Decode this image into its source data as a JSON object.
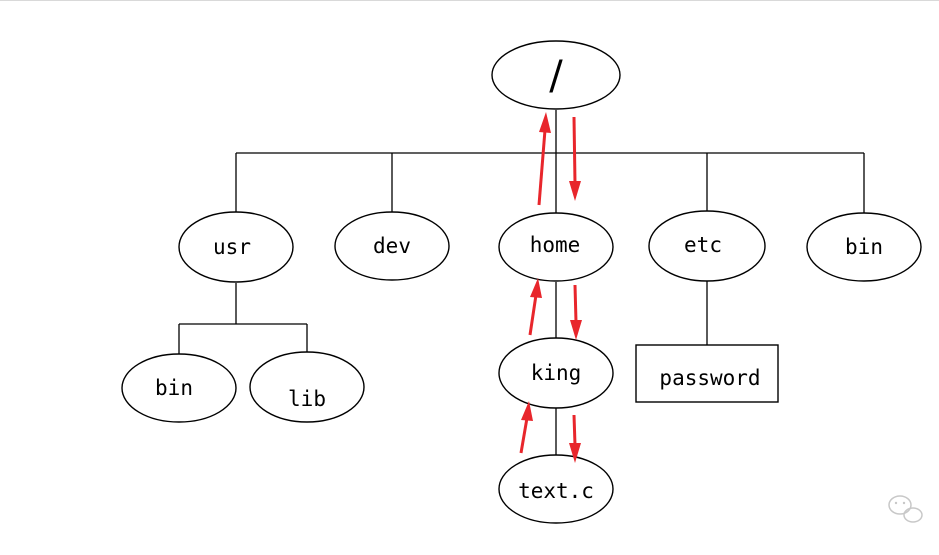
{
  "tree": {
    "root": {
      "label": "/"
    },
    "level1": [
      {
        "id": "usr",
        "label": "usr"
      },
      {
        "id": "dev",
        "label": "dev"
      },
      {
        "id": "home",
        "label": "home"
      },
      {
        "id": "etc",
        "label": "etc"
      },
      {
        "id": "bin",
        "label": "bin"
      }
    ],
    "usr_children": [
      {
        "id": "usr-bin",
        "label": "bin"
      },
      {
        "id": "usr-lib",
        "label": "lib"
      }
    ],
    "home_children": [
      {
        "id": "king",
        "label": "king"
      }
    ],
    "king_children": [
      {
        "id": "text-c",
        "label": "text.c"
      }
    ],
    "etc_children": [
      {
        "id": "password",
        "label": "password"
      }
    ]
  },
  "colors": {
    "line": "#000000",
    "arrow": "#e8262c",
    "background": "#ffffff"
  },
  "icons": {
    "watermark": "wechat-icon"
  }
}
